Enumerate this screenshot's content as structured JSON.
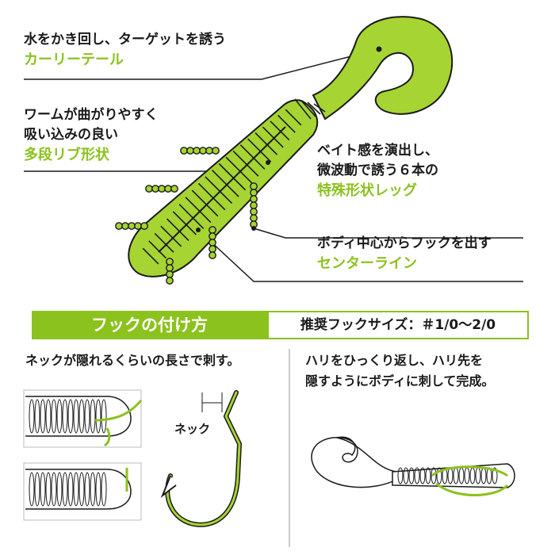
{
  "labels": {
    "tail": {
      "desc": "水をかき回し、ターゲットを誘う",
      "name": "カーリーテール"
    },
    "rib": {
      "desc1": "ワームが曲がりやすく",
      "desc2": "吸い込みの良い",
      "name": "多段リブ形状"
    },
    "leg": {
      "desc1": "ベイト感を演出し、",
      "desc2": "微波動で誘う６本の",
      "name": "特殊形状レッグ"
    },
    "center": {
      "desc": "ボディ中心からフックを出す",
      "name": "センターライン"
    }
  },
  "howto": {
    "title": "フックの付け方",
    "hook_size_label": "推奨フックサイズ：",
    "hook_size_value": "＃1/0〜2/0",
    "step1": "ネックが隠れるくらいの長さで刺す。",
    "neck_label": "ネック",
    "step2_line1": "ハリをひっくり返し、ハリ先を",
    "step2_line2": "隠すようにボディに刺して完成。"
  },
  "colors": {
    "accent": "#8cc21e",
    "ink": "#1a1a1a",
    "bait": "#a6d432"
  }
}
